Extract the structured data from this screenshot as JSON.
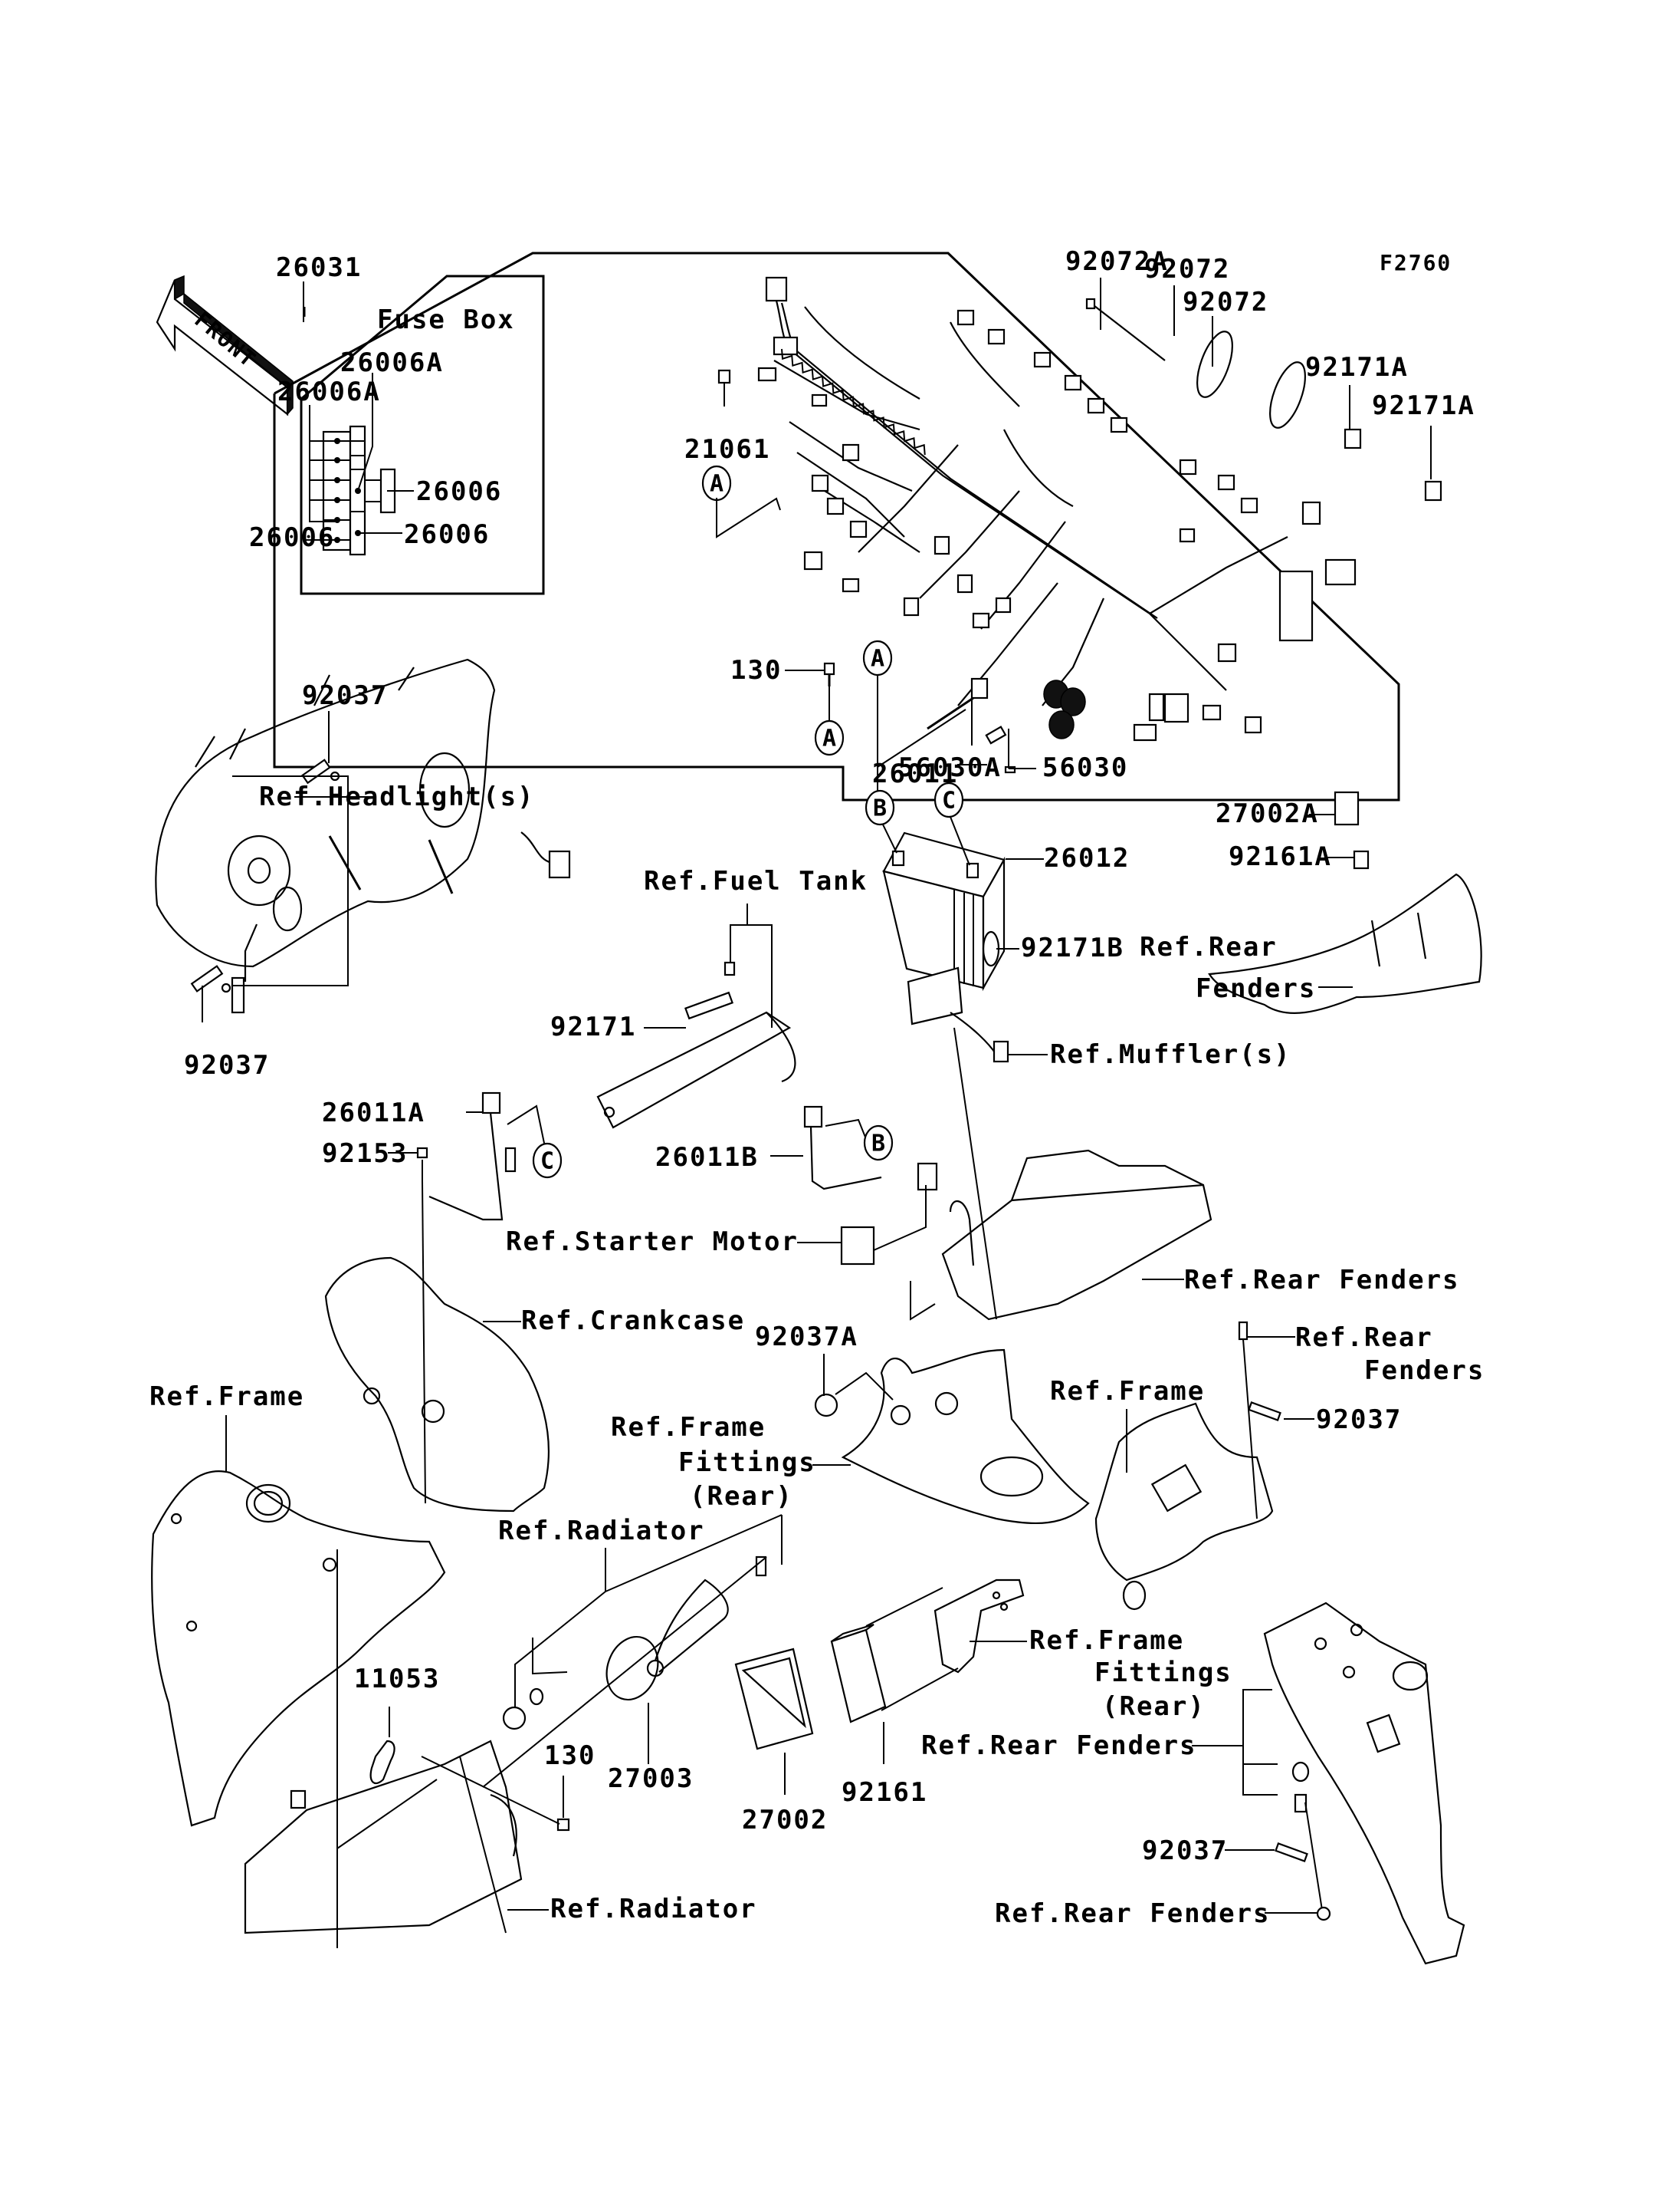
{
  "diagram": {
    "figure_id": "F2760",
    "front_arrow_label": "FRONT",
    "fuse_box_title": "Fuse Box",
    "colors": {
      "ink": "#000000",
      "background": "#ffffff"
    },
    "callout_markers": {
      "a": "A",
      "b": "B",
      "c": "C"
    },
    "labels": {
      "p26031": "26031",
      "p26006A_1": "26006A",
      "p26006A_2": "26006A",
      "p26006_left": "26006",
      "p26006_right1": "26006",
      "p26006_right2": "26006",
      "p21061": "21061",
      "p92072A": "92072A",
      "p92072_1": "92072",
      "p92072_2": "92072",
      "p92171A_1": "92171A",
      "p92171A_2": "92171A",
      "p130_top": "130",
      "p92037_top": "92037",
      "p92037_bottom_left": "92037",
      "ref_headlights": "Ref.Headlight(s)",
      "p26011": "26011",
      "p56030A": "56030A",
      "p56030": "56030",
      "p26012": "26012",
      "p27002A": "27002A",
      "p92161A": "92161A",
      "ref_rear_fenders_1a": "Ref.Rear",
      "ref_rear_fenders_1b": "Fenders",
      "p92171B": "92171B",
      "ref_muffler": "Ref.Muffler(s)",
      "ref_fuel_tank": "Ref.Fuel Tank",
      "p92171": "92171",
      "p26011A": "26011A",
      "p92153": "92153",
      "p26011B": "26011B",
      "ref_starter_motor": "Ref.Starter Motor",
      "ref_rear_fenders_2": "Ref.Rear Fenders",
      "ref_crankcase": "Ref.Crankcase",
      "p92037A": "92037A",
      "ref_rear_fenders_3a": "Ref.Rear",
      "ref_rear_fenders_3b": "Fenders",
      "ref_frame_left": "Ref.Frame",
      "ref_frame_right": "Ref.Frame",
      "p92037_right": "92037",
      "ref_frame_fittings_1a": "Ref.Frame",
      "ref_frame_fittings_1b": "Fittings",
      "ref_frame_fittings_1c": "(Rear)",
      "ref_radiator_top": "Ref.Radiator",
      "p11053": "11053",
      "p27003": "27003",
      "p130_bottom": "130",
      "p27002": "27002",
      "p92161": "92161",
      "ref_frame_fittings_2a": "Ref.Frame",
      "ref_frame_fittings_2b": "Fittings",
      "ref_frame_fittings_2c": "(Rear)",
      "ref_rear_fenders_4": "Ref.Rear Fenders",
      "p92037_bottom_right": "92037",
      "ref_rear_fenders_5": "Ref.Rear Fenders",
      "ref_radiator_bottom": "Ref.Radiator"
    }
  }
}
